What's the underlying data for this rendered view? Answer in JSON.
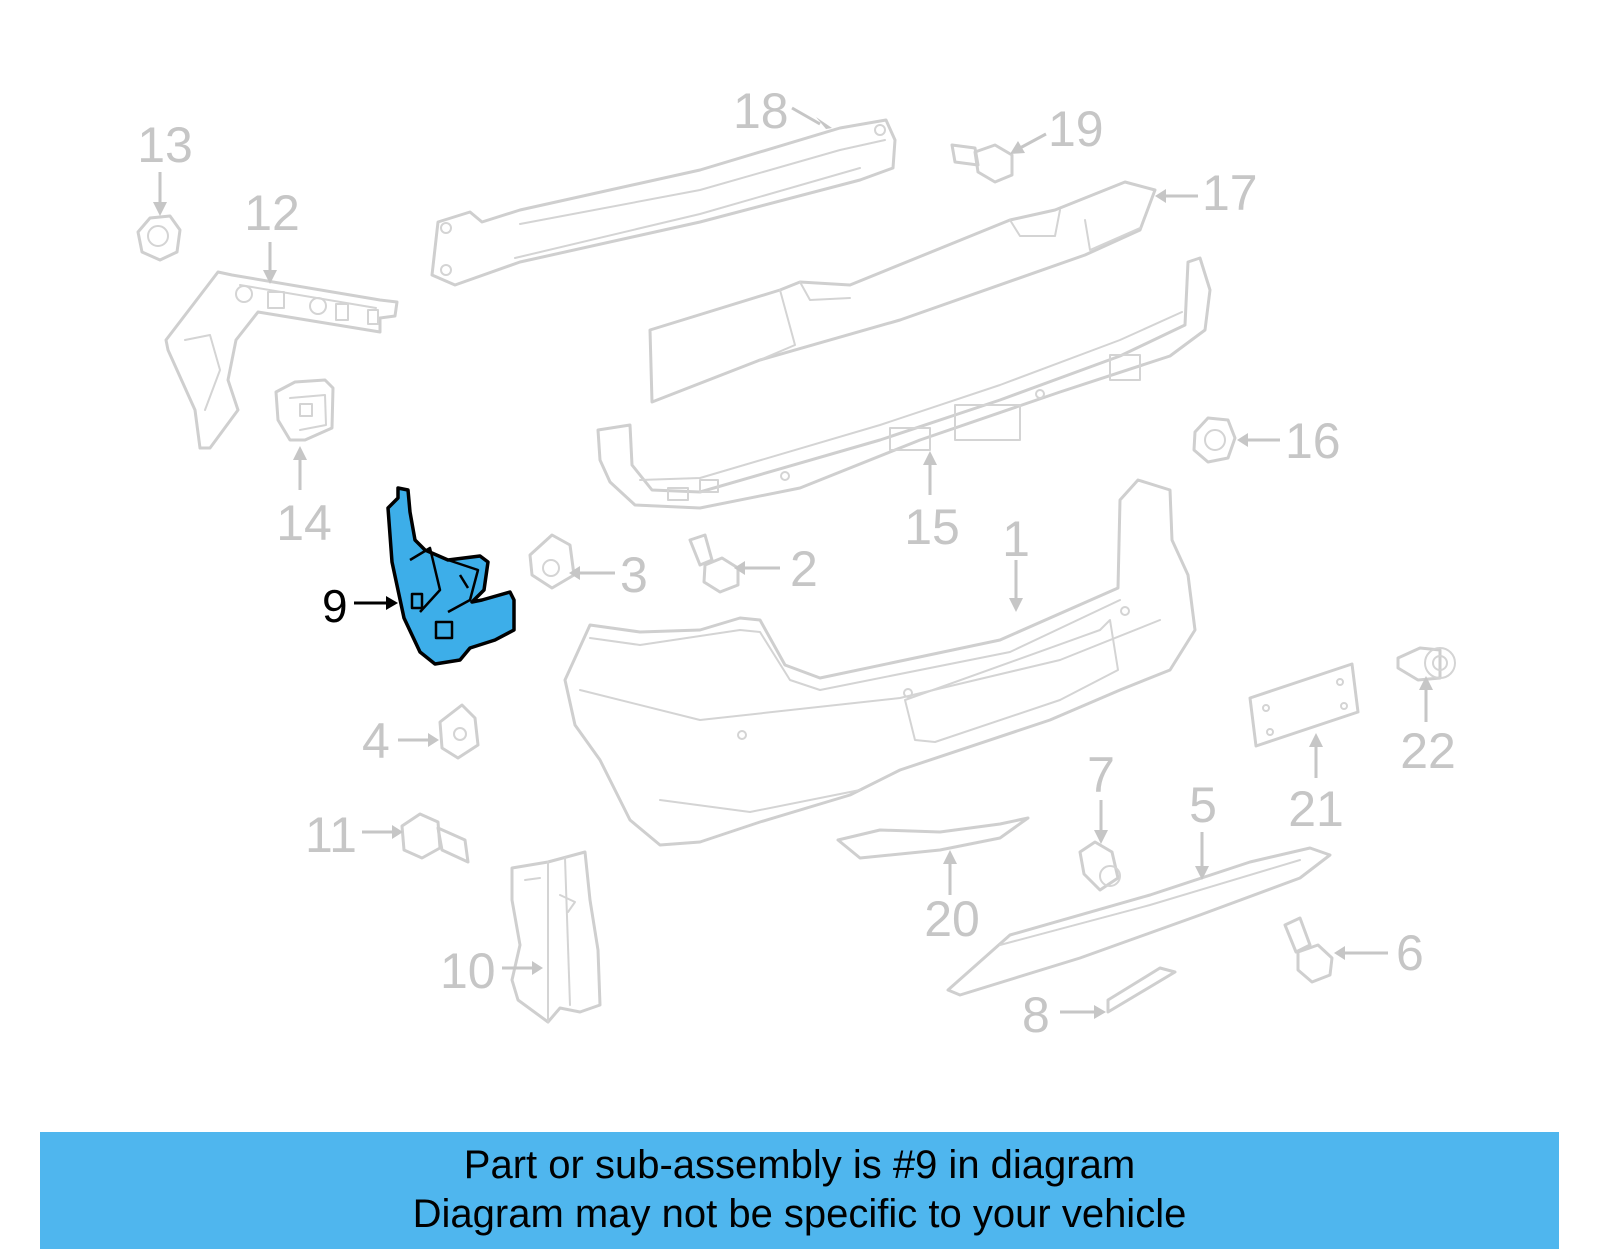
{
  "diagram": {
    "highlight_color": "#3daee9",
    "callout_color": "#c6c6c6",
    "highlighted_part": "9",
    "callouts": [
      "1",
      "2",
      "3",
      "4",
      "5",
      "6",
      "7",
      "8",
      "9",
      "10",
      "11",
      "12",
      "13",
      "14",
      "15",
      "16",
      "17",
      "18",
      "19",
      "20",
      "21",
      "22"
    ]
  },
  "banner": {
    "background": "#4fb6ee",
    "line1": "Part or sub-assembly is #9 in diagram",
    "line2": "Diagram may not be specific to your vehicle"
  }
}
